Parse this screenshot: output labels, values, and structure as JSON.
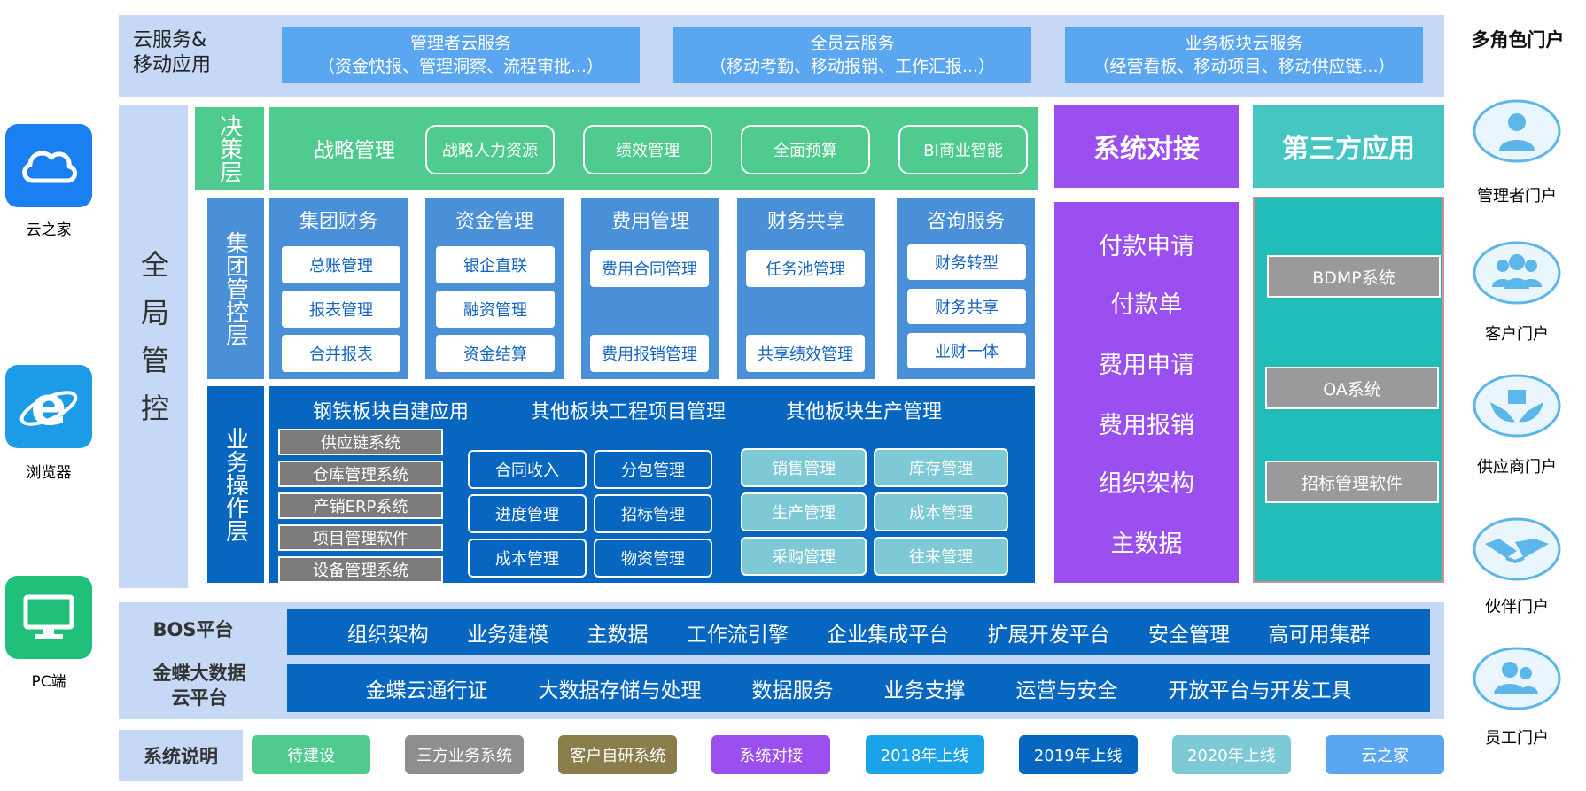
{
  "cloud": {
    "label_line1": "云服务&",
    "label_line2": "移动应用",
    "services": [
      {
        "title": "管理者云服务",
        "sub": "（资金快报、管理洞察、流程审批...）"
      },
      {
        "title": "全员云服务",
        "sub": "（移动考勤、移动报销、工作汇报...）"
      },
      {
        "title": "业务板块云服务",
        "sub": "（经营看板、移动项目、移动供应链...）"
      }
    ]
  },
  "global_control": "全局管控",
  "decision": {
    "layer": "决策层",
    "head": "战略管理",
    "items": [
      "战略人力资源",
      "绩效管理",
      "全面预算",
      "BI商业智能"
    ]
  },
  "group": {
    "layer": "集团管控层",
    "columns": [
      {
        "title": "集团财务",
        "items": [
          "总账管理",
          "报表管理",
          "合并报表"
        ]
      },
      {
        "title": "资金管理",
        "items": [
          "银企直联",
          "融资管理",
          "资金结算"
        ]
      },
      {
        "title": "费用管理",
        "items": [
          "费用合同管理",
          "费用报销管理"
        ]
      },
      {
        "title": "财务共享",
        "items": [
          "任务池管理",
          "共享绩效管理"
        ]
      },
      {
        "title": "咨询服务",
        "items": [
          "财务转型",
          "财务共享",
          "业财一体"
        ]
      }
    ]
  },
  "business": {
    "layer": "业务操作层",
    "headers": [
      "钢铁板块自建应用",
      "其他板块工程项目管理",
      "其他板块生产管理"
    ],
    "steel_items": [
      "供应链系统",
      "仓库管理系统",
      "产销ERP系统",
      "项目管理软件",
      "设备管理系统"
    ],
    "project_items": [
      "合同收入",
      "分包管理",
      "进度管理",
      "招标管理",
      "成本管理",
      "物资管理"
    ],
    "production_items": [
      "销售管理",
      "库存管理",
      "生产管理",
      "成本管理",
      "采购管理",
      "往来管理"
    ]
  },
  "system_integration": {
    "title": "系统对接",
    "items": [
      "付款申请",
      "付款单",
      "费用申请",
      "费用报销",
      "组织架构",
      "主数据"
    ]
  },
  "third_party": {
    "title": "第三方应用",
    "items": [
      "BDMP系统",
      "OA系统",
      "招标管理软件"
    ]
  },
  "bos": {
    "label": "BOS平台",
    "items": [
      "组织架构",
      "业务建模",
      "主数据",
      "工作流引擎",
      "企业集成平台",
      "扩展开发平台",
      "安全管理",
      "高可用集群"
    ]
  },
  "bigdata": {
    "label_line1": "金蝶大数据",
    "label_line2": "云平台",
    "items": [
      "金蝶云通行证",
      "大数据存储与处理",
      "数据服务",
      "业务支撑",
      "运营与安全",
      "开放平台与开发工具"
    ]
  },
  "legend": {
    "label": "系统说明",
    "items": [
      {
        "text": "待建设",
        "color": "#4fcb90"
      },
      {
        "text": "三方业务系统",
        "color": "#8e8e8e"
      },
      {
        "text": "客户自研系统",
        "color": "#8a7d4c"
      },
      {
        "text": "系统对接",
        "color": "#9a4fee"
      },
      {
        "text": "2018年上线",
        "color": "#1aa3e8"
      },
      {
        "text": "2019年上线",
        "color": "#0767c0"
      },
      {
        "text": "2020年上线",
        "color": "#7dc9d6"
      },
      {
        "text": "云之家",
        "color": "#5aa6f0"
      }
    ]
  },
  "left_clients": [
    {
      "label": "云之家",
      "icon": "cloud-icon",
      "color": "#1a7ff0"
    },
    {
      "label": "浏览器",
      "icon": "ie-browser-icon",
      "color": "#1c9be6"
    },
    {
      "label": "PC端",
      "icon": "monitor-icon",
      "color": "#1ec07a"
    }
  ],
  "portals": {
    "title": "多角色门户",
    "items": [
      {
        "label": "管理者门户",
        "icon": "manager-icon"
      },
      {
        "label": "客户门户",
        "icon": "customers-icon"
      },
      {
        "label": "供应商门户",
        "icon": "supplier-icon"
      },
      {
        "label": "伙伴门户",
        "icon": "handshake-icon"
      },
      {
        "label": "员工门户",
        "icon": "employees-icon"
      }
    ],
    "icon_color": "#5cb6ea"
  }
}
